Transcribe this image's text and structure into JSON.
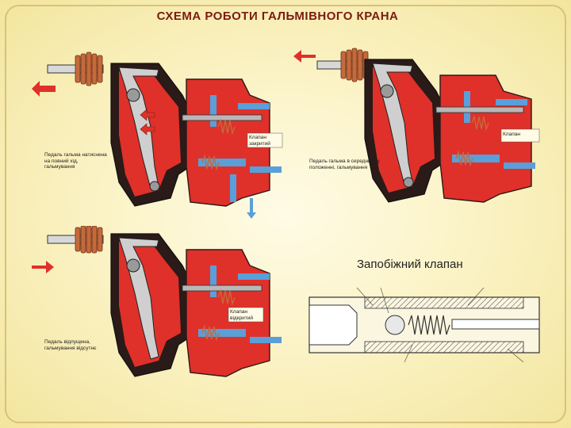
{
  "slide": {
    "title": "СХЕМА РОБОТИ ГАЛЬМІВНОГО КРАНА",
    "safety_valve_title": "Запобіжний клапан"
  },
  "diagrams": {
    "top_left": {
      "caption": "Педаль гальма натиснена на повний хід, гальмування",
      "callout": "Клапан закритий"
    },
    "top_right": {
      "caption": "Педаль гальма в середньому положенні, гальмування",
      "callout": "Клапан"
    },
    "bottom_left": {
      "caption": "Педаль відпущена, гальмування відсутнє",
      "callout": "Клапан відкритий"
    }
  },
  "colors": {
    "body_red": "#e0302a",
    "body_dark": "#2a1a18",
    "air_blue": "#5a9fd8",
    "spring_copper": "#c46a3c",
    "metal_gray": "#b8b8b8"
  }
}
